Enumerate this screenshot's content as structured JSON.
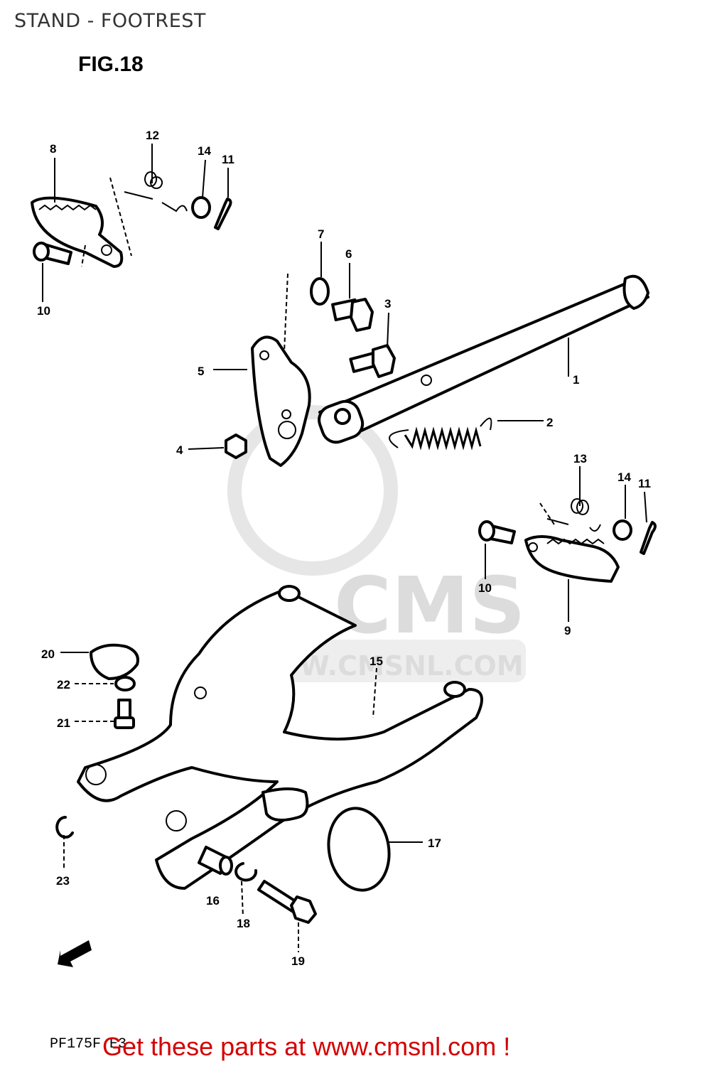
{
  "header": {
    "title": "STAND - FOOTREST",
    "figure": "FIG.18"
  },
  "watermark": {
    "brand": "CMS",
    "url": "WWW.CMSNL.COM"
  },
  "callouts": [
    {
      "id": "c1",
      "label": "1"
    },
    {
      "id": "c2",
      "label": "2"
    },
    {
      "id": "c3",
      "label": "3"
    },
    {
      "id": "c4",
      "label": "4"
    },
    {
      "id": "c5",
      "label": "5"
    },
    {
      "id": "c6",
      "label": "6"
    },
    {
      "id": "c7",
      "label": "7"
    },
    {
      "id": "c8",
      "label": "8"
    },
    {
      "id": "c9",
      "label": "9"
    },
    {
      "id": "c10a",
      "label": "10"
    },
    {
      "id": "c10b",
      "label": "10"
    },
    {
      "id": "c11a",
      "label": "11"
    },
    {
      "id": "c11b",
      "label": "11"
    },
    {
      "id": "c12",
      "label": "12"
    },
    {
      "id": "c13",
      "label": "13"
    },
    {
      "id": "c14a",
      "label": "14"
    },
    {
      "id": "c14b",
      "label": "14"
    },
    {
      "id": "c15",
      "label": "15"
    },
    {
      "id": "c16",
      "label": "16"
    },
    {
      "id": "c17",
      "label": "17"
    },
    {
      "id": "c18",
      "label": "18"
    },
    {
      "id": "c19",
      "label": "19"
    },
    {
      "id": "c20",
      "label": "20"
    },
    {
      "id": "c21",
      "label": "21"
    },
    {
      "id": "c22",
      "label": "22"
    },
    {
      "id": "c23",
      "label": "23"
    }
  ],
  "footer": {
    "model_code": "PF175F E3",
    "link_text": "Get these parts at www.cmsnl.com !"
  },
  "colors": {
    "link": "#d40000",
    "title": "#333333",
    "watermark": "#dcdcdc"
  }
}
